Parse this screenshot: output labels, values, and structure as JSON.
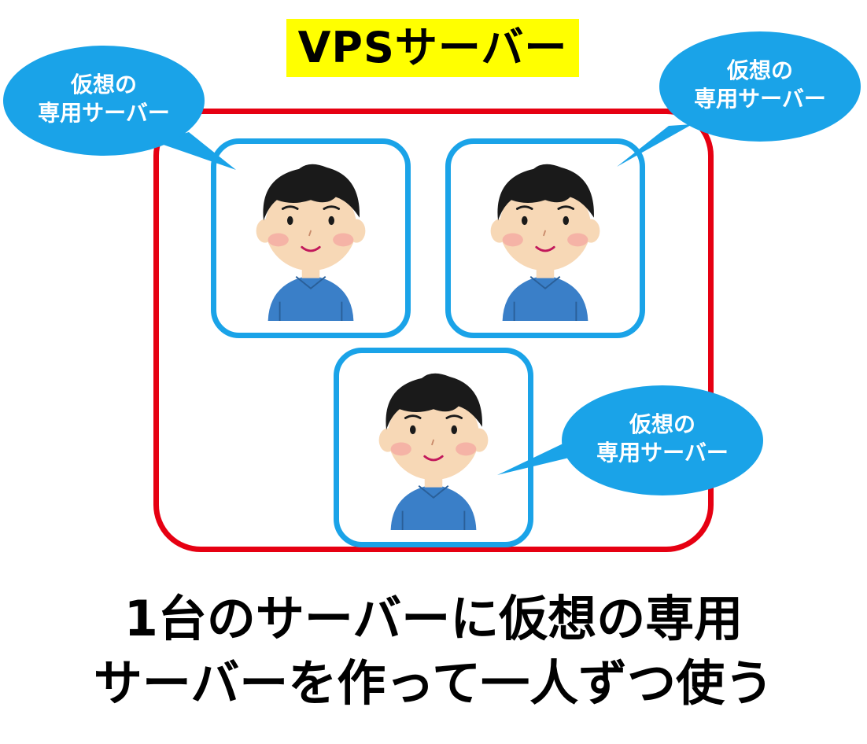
{
  "title": "VPSサーバー",
  "bubbles": [
    {
      "line1": "仮想の",
      "line2": "専用サーバー"
    },
    {
      "line1": "仮想の",
      "line2": "専用サーバー"
    },
    {
      "line1": "仮想の",
      "line2": "専用サーバー"
    }
  ],
  "caption": {
    "line1": "1台のサーバーに仮想の専用",
    "line2": "サーバーを作って一人ずつ使う"
  },
  "colors": {
    "title_bg": "#ffff00",
    "server_border": "#e60012",
    "vm_border": "#1aa3e8",
    "bubble_fill": "#1aa3e8"
  },
  "icons": [
    "person-icon",
    "speech-bubble-icon"
  ]
}
